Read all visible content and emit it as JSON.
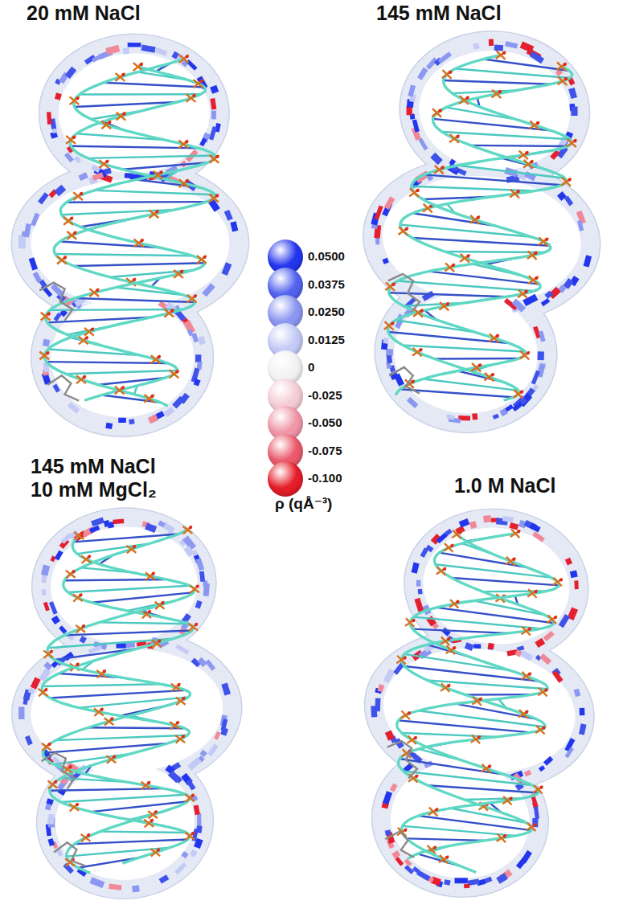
{
  "diagram": {
    "labels": [
      "20 mM NaCl",
      "145 mM NaCl",
      "145 mM NaCl 10 mM MgCl₂",
      "1.0 M NaCl",
      "ρ (qÅ⁻³)"
    ],
    "legend": [
      {
        "text": "0.0500",
        "color": "#2336ee"
      },
      {
        "text": "0.0375",
        "color": "#5263ee"
      },
      {
        "text": "0.0250",
        "color": "#8b97f1"
      },
      {
        "text": "0.0125",
        "color": "#c3caf6"
      },
      {
        "text": "0",
        "color": "#f2f2f4"
      },
      {
        "text": "-0.025",
        "color": "#f4ccd6"
      },
      {
        "text": "-0.050",
        "color": "#f096a8"
      },
      {
        "text": "-0.075",
        "color": "#ea5a6c"
      },
      {
        "text": "-0.100",
        "color": "#e41e2a"
      }
    ]
  }
}
